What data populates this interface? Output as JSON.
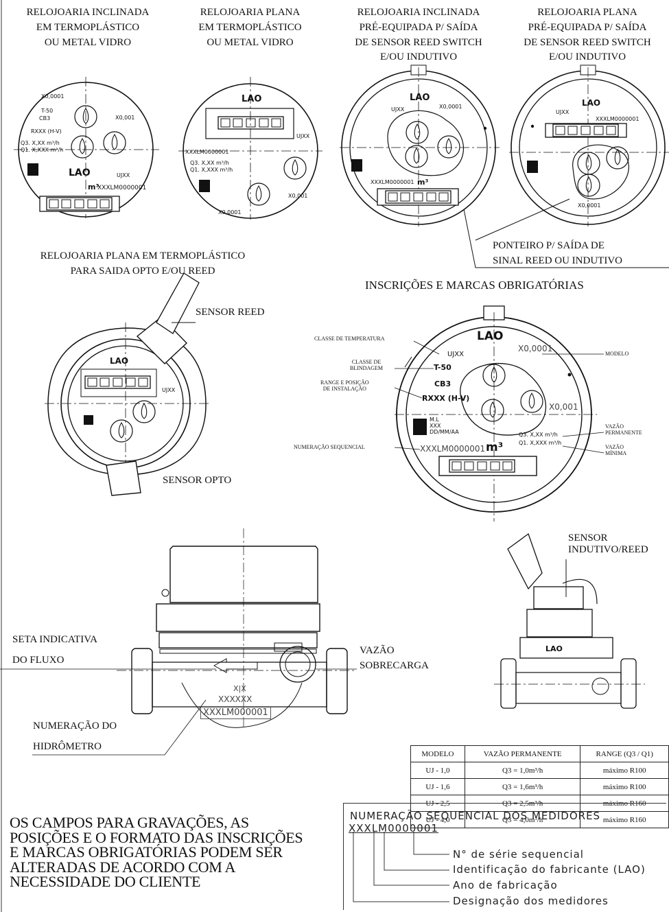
{
  "top_labels": [
    {
      "id": "inclinada",
      "lines": [
        "RELOJOARIA INCLINADA",
        "EM TERMOPLÁSTICO",
        "OU METAL VIDRO"
      ]
    },
    {
      "id": "plana",
      "lines": [
        "RELOJOARIA PLANA",
        "EM TERMOPLÁSTICO",
        "OU METAL VIDRO"
      ]
    },
    {
      "id": "inclinada_reed",
      "lines": [
        "RELOJOARIA INCLINADA",
        "PRÉ-EQUIPADA P/ SAÍDA",
        "DE SENSOR REED SWITCH",
        "E/OU INDUTIVO"
      ]
    },
    {
      "id": "plana_reed",
      "lines": [
        "RELOJOARIA PLANA",
        "PRÉ-EQUIPADA P/ SAÍDA",
        "DE SENSOR REED SWITCH",
        "E/OU INDUTIVO"
      ]
    }
  ],
  "ponteiro_label": [
    "PONTEIRO P/ SAÍDA DE",
    "SINAL REED OU INDUTIVO"
  ],
  "opto_title": [
    "RELOJOARIA PLANA EM TERMOPLÁSTICO",
    "PARA SAIDA OPTO E/OU REED"
  ],
  "sensor_reed": "SENSOR REED",
  "sensor_opto": "SENSOR OPTO",
  "inscricoes_title": "INSCRIÇÕES E MARCAS OBRIGATÓRIAS",
  "callouts": {
    "classe_temp": "CLASSE DE TEMPERATURA",
    "classe_blind": [
      "CLASSE DE",
      "BLINDAGEM"
    ],
    "range_pos": [
      "RANGE E POSIÇÃO",
      "DE INSTALAÇÃO"
    ],
    "num_seq": "NUMERAÇÃO SEQUENCIAL",
    "modelo": "MODELO",
    "vazao_perm": [
      "VAZÃO",
      "PERMANENTE"
    ],
    "vazao_min": [
      "VAZÃO",
      "MÍNIMA"
    ]
  },
  "dial": {
    "brand": "LAO",
    "model": "UJXX",
    "x0001": "X0,0001",
    "x001": "X0,001",
    "t50": "T-50",
    "cb3": "CB3",
    "rxxx": "RXXX (H-V)",
    "serial": "XXXLM0000001",
    "unit": "m³",
    "q3": "Q3.   X,XX   m³/h",
    "q1": "Q1.   X,XXX m³/h",
    "ml": [
      "M.L",
      "XXX",
      "DD/MM/AA"
    ]
  },
  "side_view": {
    "seta": [
      "SETA INDICATIVA",
      "DO FLUXO"
    ],
    "vazao_sobrecarga": [
      "VAZÃO",
      "SOBRECARGA"
    ],
    "numeracao": [
      "NUMERAÇÃO DO",
      "HIDRÔMETRO"
    ],
    "body_codes": [
      "X|X",
      "XXXXXX",
      "XXXLM000001"
    ],
    "sensor_ind": [
      "SENSOR",
      "INDUTIVO/REED"
    ],
    "small_brand": "LAO"
  },
  "table": {
    "headers": [
      "MODELO",
      "VAZÃO PERMANENTE",
      "RANGE (Q3 / Q1)"
    ],
    "rows": [
      [
        "UJ - 1,0",
        "Q3 = 1,0m³/h",
        "máximo R100"
      ],
      [
        "UJ - 1,6",
        "Q3 = 1,6m³/h",
        "máximo R100"
      ],
      [
        "UJ - 2,5",
        "Q3 = 2,5m³/h",
        "máximo R160"
      ],
      [
        "UJ - 4,0",
        "Q3 = 4,0m³/h",
        "máximo R160"
      ]
    ]
  },
  "note": [
    "OS CAMPOS PARA GRAVAÇÕES, AS",
    "POSIÇÕES E O FORMATO DAS INSCRIÇÕES",
    "E MARCAS OBRIGATÓRIAS PODEM SER",
    "ALTERADAS DE ACORDO COM A",
    "NECESSIDADE DO CLIENTE"
  ],
  "sequence": {
    "title": "NUMERAÇÃO SEQUENCIAL DOS MEDIDORES",
    "code": "XXXLM0000001",
    "items": [
      "N° de série sequencial",
      "Identificação do fabricante (LAO)",
      "Ano de fabricação",
      "Designação dos medidores"
    ]
  }
}
